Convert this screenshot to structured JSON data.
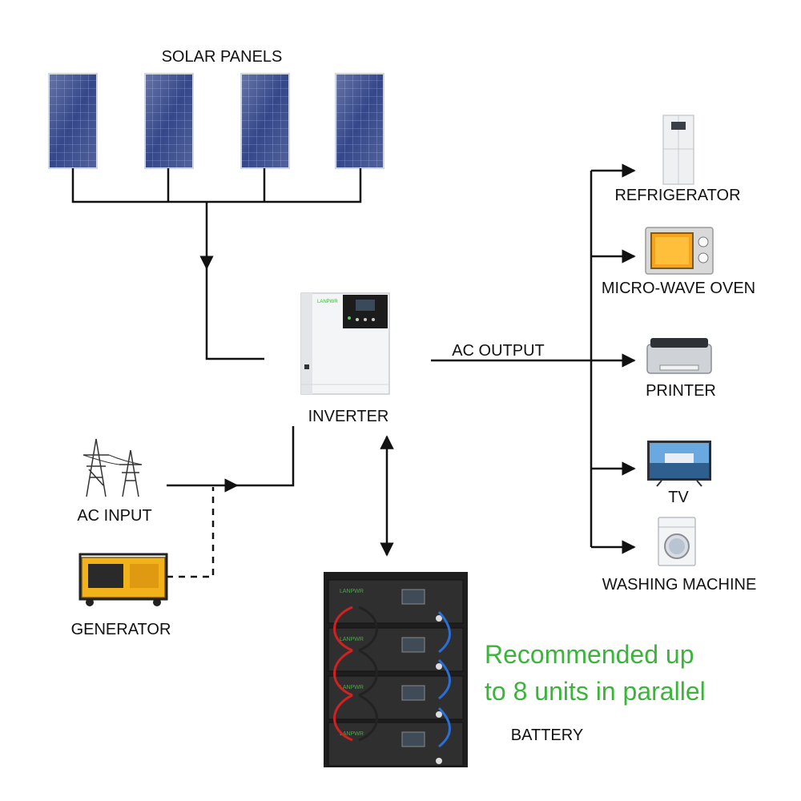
{
  "labels": {
    "solar_panels": "SOLAR PANELS",
    "inverter": "INVERTER",
    "ac_output": "AC OUTPUT",
    "ac_input": "AC INPUT",
    "generator": "GENERATOR",
    "battery": "BATTERY",
    "refrigerator": "REFRIGERATOR",
    "microwave": "MICRO-WAVE OVEN",
    "printer": "PRINTER",
    "tv": "TV",
    "washing_machine": "WASHING MACHINE"
  },
  "note": {
    "line1": "Recommended up",
    "line2": "to 8 units in parallel"
  },
  "brand": "LANPWR",
  "colors": {
    "accent_green": "#3cb43c",
    "panel_blue": "#2c3f7a",
    "cable_red": "#d42020",
    "cable_blue": "#2a6fd8",
    "battery_body": "#2b2b2b",
    "generator_yellow": "#f2b21a"
  },
  "icons": [
    "solar-panel-icon",
    "inverter-icon",
    "transmission-tower-icon",
    "generator-icon",
    "battery-rack-icon",
    "refrigerator-icon",
    "microwave-icon",
    "printer-icon",
    "tv-icon",
    "washing-machine-icon"
  ]
}
